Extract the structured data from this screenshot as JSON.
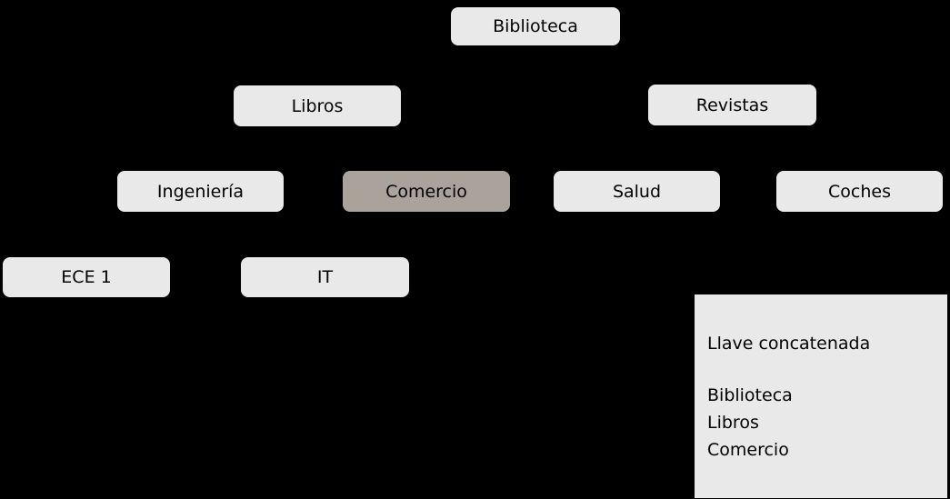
{
  "diagram": {
    "background_color": "#000000",
    "node_fill_color": "#e9e9e9",
    "highlight_fill_color": "#a9a39c",
    "text_color": "#000000",
    "nodes": [
      {
        "label": "Biblioteca",
        "level": 0,
        "highlighted": false
      },
      {
        "label": "Libros",
        "level": 1,
        "highlighted": false
      },
      {
        "label": "Revistas",
        "level": 1,
        "highlighted": false
      },
      {
        "label": "Ingeniería",
        "level": 2,
        "highlighted": false
      },
      {
        "label": "Comercio",
        "level": 2,
        "highlighted": true
      },
      {
        "label": "Salud",
        "level": 2,
        "highlighted": false
      },
      {
        "label": "Coches",
        "level": 2,
        "highlighted": false
      },
      {
        "label": "ECE 1",
        "level": 3,
        "highlighted": false
      },
      {
        "label": "IT",
        "level": 3,
        "highlighted": false
      }
    ],
    "key_panel": {
      "title": "Llave concatenada",
      "items": [
        "Biblioteca",
        "Libros",
        "Comercio"
      ]
    }
  }
}
